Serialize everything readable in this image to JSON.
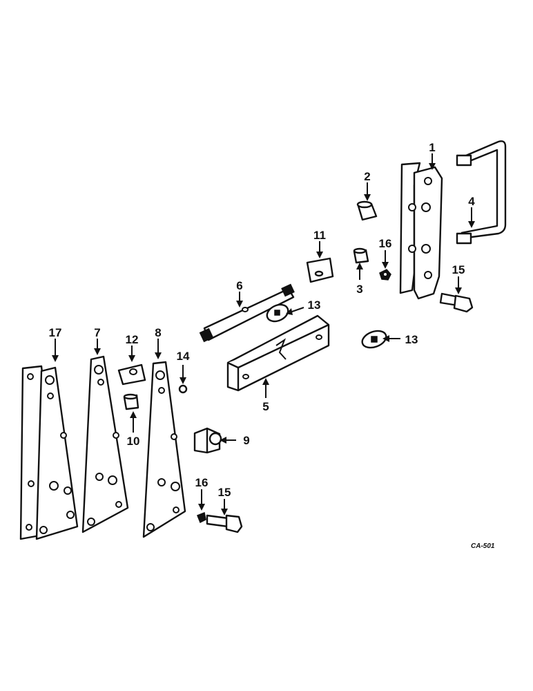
{
  "callouts": [
    {
      "id": "1",
      "label": "1"
    },
    {
      "id": "2",
      "label": "2"
    },
    {
      "id": "3",
      "label": "3"
    },
    {
      "id": "4",
      "label": "4"
    },
    {
      "id": "5",
      "label": "5"
    },
    {
      "id": "6",
      "label": "6"
    },
    {
      "id": "7",
      "label": "7"
    },
    {
      "id": "8",
      "label": "8"
    },
    {
      "id": "9",
      "label": "9"
    },
    {
      "id": "10",
      "label": "10"
    },
    {
      "id": "11",
      "label": "11"
    },
    {
      "id": "12",
      "label": "12"
    },
    {
      "id": "13a",
      "label": "13"
    },
    {
      "id": "13b",
      "label": "13"
    },
    {
      "id": "14",
      "label": "14"
    },
    {
      "id": "15a",
      "label": "15"
    },
    {
      "id": "15b",
      "label": "15"
    },
    {
      "id": "16a",
      "label": "16"
    },
    {
      "id": "16b",
      "label": "16"
    },
    {
      "id": "17",
      "label": "17"
    }
  ],
  "drawing_code": "CA-501"
}
